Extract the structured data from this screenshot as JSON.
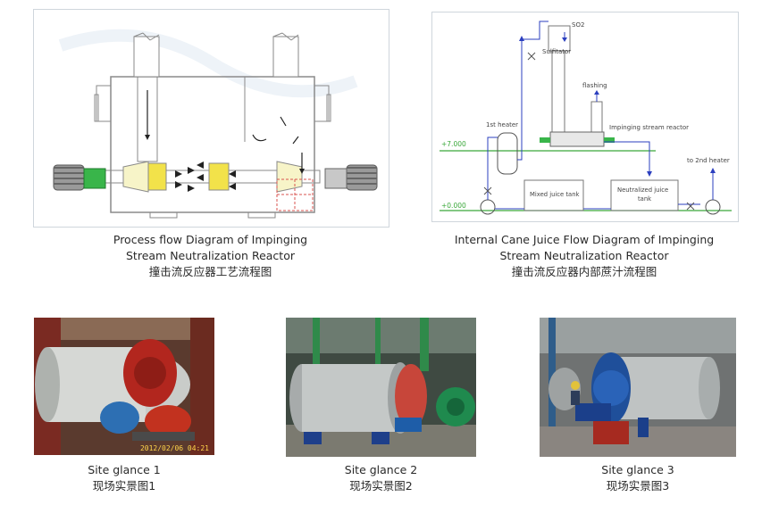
{
  "process_diagram": {
    "caption_en_line1": "Process flow Diagram of Impinging",
    "caption_en_line2": "Stream Neutralization Reactor",
    "caption_cn": "撞击流反应器工艺流程图"
  },
  "flow_diagram": {
    "labels": {
      "so2": "SO2",
      "sulfitator": "Sulfitator",
      "flashing": "flashing",
      "first_heater": "1st heater",
      "reactor": "Impinging stream reactor",
      "level_upper": "+7.000",
      "level_lower": "+0.000",
      "mixed_tank": "Mixed juice tank",
      "neutralized_tank_line1": "Neutralized juice",
      "neutralized_tank_line2": "tank",
      "second_heater": "to 2nd heater"
    },
    "caption_en_line1": "Internal Cane Juice Flow Diagram of Impinging",
    "caption_en_line2": "Stream Neutralization Reactor",
    "caption_cn": "撞击流反应器内部蔗汁流程图"
  },
  "photos": [
    {
      "caption_en": "Site glance 1",
      "caption_cn": "现场实景图1",
      "timestamp": "2012/02/06 04:21"
    },
    {
      "caption_en": "Site glance 2",
      "caption_cn": "现场实景图2"
    },
    {
      "caption_en": "Site glance 3",
      "caption_cn": "现场实景图3"
    }
  ],
  "colors": {
    "line_gray": "#8a8a8a",
    "flow_blue": "#2b3fbf",
    "level_green": "#3aa83a",
    "motor_green": "#39b54a",
    "nozzle_yellow": "#f2e24a",
    "red_dashed": "#d9534f"
  }
}
